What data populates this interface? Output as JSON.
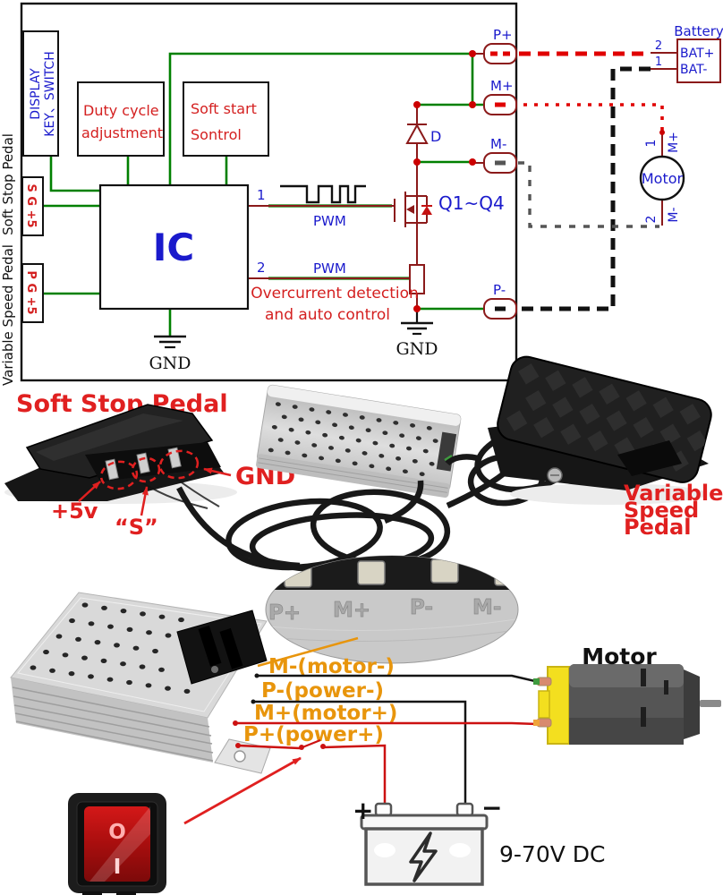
{
  "schematic": {
    "display_box": {
      "line1": "DISPLAY",
      "line2": "KEY、SWITCH"
    },
    "duty_box": {
      "line1": "Duty cycle",
      "line2": "adjustment"
    },
    "soft_box": {
      "line1": "Soft start",
      "line2": "Sontrol"
    },
    "ic_label": "IC",
    "pin1": "1",
    "pin2": "2",
    "pwm": "PWM",
    "mosfet_label": "Q1~Q4",
    "diode_label": "D",
    "overcurrent": {
      "line1": "Overcurrent detection",
      "line2": "and auto control"
    },
    "gnd": "GND",
    "connector_pplus": "P+",
    "connector_mplus": "M+",
    "connector_mminus": "M-",
    "connector_pminus": "P-",
    "battery": {
      "title": "Battery",
      "bat_plus": "BAT+",
      "bat_minus": "BAT-",
      "pin2": "2",
      "pin1": "1"
    },
    "motor": {
      "label": "Motor",
      "pin1": "1",
      "pin1_name": "M+",
      "pin2": "2",
      "pin2_name": "M-"
    },
    "left_labels": {
      "soft_stop": "Soft Stop Pedal",
      "variable_speed": "Variable Speed Pedal"
    },
    "input_sg5": "S G +5",
    "input_pg5": "P G +5"
  },
  "photos": {
    "soft_stop_title": "Soft Stop Pedal",
    "gnd_label": "GND",
    "plus5_label": "+5v",
    "s_label": "“S”",
    "variable_label": {
      "line1": "Variable",
      "line2": "Speed",
      "line3": "Pedal"
    }
  },
  "bottom": {
    "inset_terminals": {
      "t1": "P+",
      "t2": "M+",
      "t3": "P-",
      "t4": "M-"
    },
    "wire_labels": {
      "m_minus": "M-(motor-)",
      "p_minus": "P-(power-)",
      "m_plus": "M+(motor+)",
      "p_plus": "P+(power+)"
    },
    "motor_label": "Motor",
    "battery": {
      "voltage": "9-70V DC",
      "plus": "+",
      "minus": "−"
    },
    "switch": {
      "off": "O",
      "on": "I"
    }
  },
  "colors": {
    "wire_green": "#008000",
    "wire_red": "#e00000",
    "component_maroon": "#8b1a1a",
    "label_blue": "#1a1acc",
    "label_red": "#d42020",
    "wire_label_orange": "#e8950c"
  }
}
